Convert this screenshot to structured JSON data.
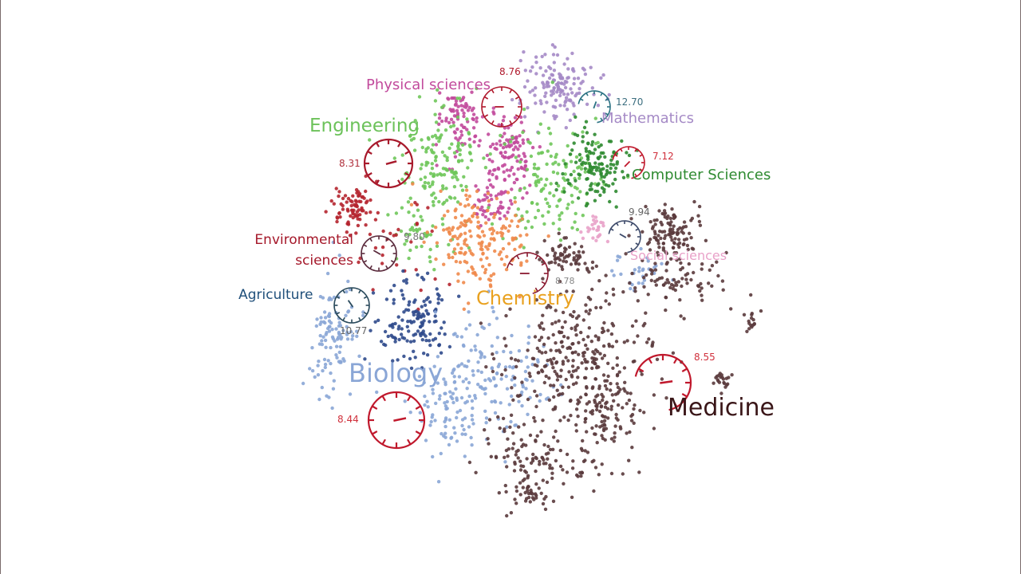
{
  "chart_data": {
    "type": "scatter",
    "title": "",
    "xlabel": "",
    "ylabel": "",
    "xlim": [
      -50,
      50
    ],
    "ylim": [
      -50,
      50
    ],
    "grid": false,
    "legend": "none (inline cluster labels)",
    "fields": [
      {
        "name": "Physical sciences",
        "color": "#c24a9c",
        "gauge_value": "8.76",
        "gauge_color": "#b0182c"
      },
      {
        "name": "Mathematics",
        "color": "#a58ac6",
        "gauge_value": "12.70",
        "gauge_color": "#2b7283"
      },
      {
        "name": "Engineering",
        "color": "#6fc75a",
        "gauge_value": "8.31",
        "gauge_color": "#a81a2c"
      },
      {
        "name": "Computer Sciences",
        "color": "#2e8a30",
        "gauge_value": "7.12",
        "gauge_color": "#c0182c"
      },
      {
        "name": "Environmental sciences",
        "label_lines": [
          "Environmental",
          "sciences"
        ],
        "color": "#b5252f",
        "gauge_value": "9.80",
        "gauge_color": "#5a2a3c"
      },
      {
        "name": "Social sciences",
        "color": "#e9a2c9",
        "gauge_value": "9.94",
        "gauge_color": "#3d4a6a"
      },
      {
        "name": "Chemistry",
        "color": "#f08a4b",
        "label_color": "#e9a11f",
        "gauge_value": "8.78",
        "gauge_color": "#8a1a30"
      },
      {
        "name": "Agriculture",
        "color": "#2f4a8c",
        "label_color": "#1f4f7a",
        "gauge_value": "10.77",
        "gauge_color": "#2a4a5c"
      },
      {
        "name": "Biology",
        "color": "#8aa6d6",
        "gauge_value": "8.44",
        "gauge_color": "#c0182c"
      },
      {
        "name": "Medicine",
        "color": "#5a3a3c",
        "label_color": "#3a1618",
        "gauge_value": "8.55",
        "gauge_color": "#c0182c"
      }
    ],
    "clusters": [
      {
        "field": 1,
        "center": [
          3.3,
          45.5
        ],
        "spread": [
          3.7,
          3.9
        ],
        "count": 140
      },
      {
        "field": 0,
        "center": [
          -17.5,
          37.5
        ],
        "spread": [
          2.5,
          3.6
        ],
        "count": 80
      },
      {
        "field": 0,
        "center": [
          -7.5,
          29.5
        ],
        "spread": [
          2.5,
          4.5
        ],
        "count": 110
      },
      {
        "field": 0,
        "center": [
          -10.8,
          17.9
        ],
        "spread": [
          2.0,
          2.7
        ],
        "count": 50
      },
      {
        "field": 2,
        "center": [
          -21.7,
          28.6
        ],
        "spread": [
          4.2,
          6.2
        ],
        "count": 150
      },
      {
        "field": 2,
        "center": [
          1.7,
          25.0
        ],
        "spread": [
          5.0,
          7.1
        ],
        "count": 140
      },
      {
        "field": 2,
        "center": [
          -26.7,
          10.7
        ],
        "spread": [
          3.3,
          3.6
        ],
        "count": 40
      },
      {
        "field": 3,
        "center": [
          10.8,
          26.8
        ],
        "spread": [
          3.0,
          4.5
        ],
        "count": 130
      },
      {
        "field": 6,
        "center": [
          -13.3,
          10.7
        ],
        "spread": [
          5.0,
          5.4
        ],
        "count": 180
      },
      {
        "field": 4,
        "center": [
          -39.2,
          17.0
        ],
        "spread": [
          2.3,
          2.5
        ],
        "count": 80
      },
      {
        "field": 4,
        "center": [
          -30.0,
          10.7
        ],
        "spread": [
          5.0,
          5.4
        ],
        "count": 30
      },
      {
        "field": 5,
        "center": [
          10.8,
          12.5
        ],
        "spread": [
          1.3,
          1.8
        ],
        "count": 25
      },
      {
        "field": 7,
        "center": [
          -27.5,
          -7.1
        ],
        "spread": [
          3.7,
          4.5
        ],
        "count": 140
      },
      {
        "field": 8,
        "center": [
          -43.3,
          -10.7
        ],
        "spread": [
          3.3,
          6.2
        ],
        "count": 110
      },
      {
        "field": 8,
        "center": [
          -11.7,
          -19.6
        ],
        "spread": [
          5.8,
          6.2
        ],
        "count": 150
      },
      {
        "field": 8,
        "center": [
          -20.0,
          -28.6
        ],
        "spread": [
          3.3,
          5.4
        ],
        "count": 70
      },
      {
        "field": 8,
        "center": [
          20.0,
          3.6
        ],
        "spread": [
          3.3,
          2.1
        ],
        "count": 30
      },
      {
        "field": 9,
        "center": [
          6.7,
          -16.1
        ],
        "spread": [
          8.3,
          7.1
        ],
        "count": 300
      },
      {
        "field": 9,
        "center": [
          26.7,
          12.5
        ],
        "spread": [
          3.0,
          2.7
        ],
        "count": 110
      },
      {
        "field": 9,
        "center": [
          -1.7,
          -39.3
        ],
        "spread": [
          5.8,
          4.5
        ],
        "count": 120
      },
      {
        "field": 9,
        "center": [
          13.3,
          -28.6
        ],
        "spread": [
          4.2,
          5.4
        ],
        "count": 100
      },
      {
        "field": 9,
        "center": [
          5.0,
          7.1
        ],
        "spread": [
          2.5,
          2.1
        ],
        "count": 60
      },
      {
        "field": 9,
        "center": [
          28.3,
          1.8
        ],
        "spread": [
          5.0,
          3.6
        ],
        "count": 80
      },
      {
        "field": 9,
        "center": [
          37.5,
          -20.5
        ],
        "spread": [
          1.2,
          1.2
        ],
        "count": 20
      },
      {
        "field": 9,
        "center": [
          43.7,
          -7.1
        ],
        "spread": [
          0.7,
          1.4
        ],
        "count": 15
      },
      {
        "field": 9,
        "center": [
          -3.3,
          -46.4
        ],
        "spread": [
          1.7,
          1.4
        ],
        "count": 20
      }
    ]
  }
}
